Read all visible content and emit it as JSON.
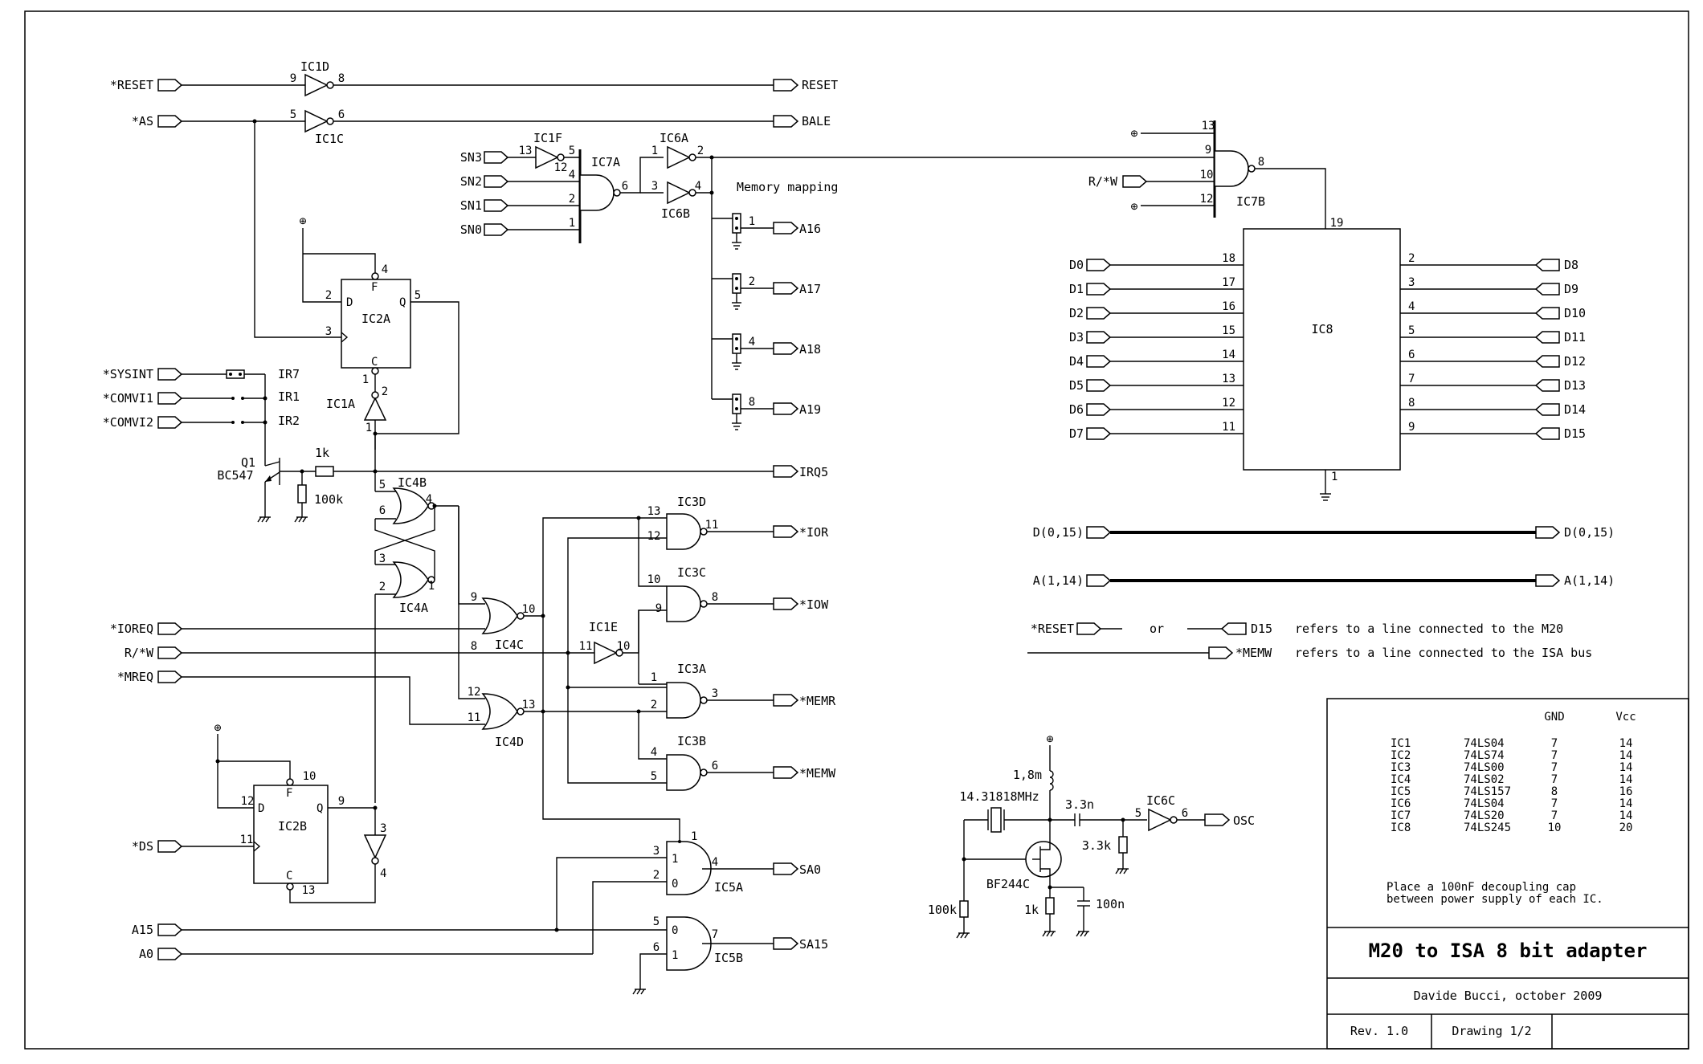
{
  "title_block": {
    "title": "M20 to ISA 8 bit adapter",
    "author": "Davide Bucci, october 2009",
    "revision": "Rev. 1.0",
    "drawing": "Drawing 1/2",
    "table_headers": [
      "GND",
      "Vcc"
    ],
    "ic_table": [
      {
        "ic": "IC1",
        "part": "74LS04",
        "gnd": "7",
        "vcc": "14"
      },
      {
        "ic": "IC2",
        "part": "74LS74",
        "gnd": "7",
        "vcc": "14"
      },
      {
        "ic": "IC3",
        "part": "74LS00",
        "gnd": "7",
        "vcc": "14"
      },
      {
        "ic": "IC4",
        "part": "74LS02",
        "gnd": "7",
        "vcc": "14"
      },
      {
        "ic": "IC5",
        "part": "74LS157",
        "gnd": "8",
        "vcc": "16"
      },
      {
        "ic": "IC6",
        "part": "74LS04",
        "gnd": "7",
        "vcc": "14"
      },
      {
        "ic": "IC7",
        "part": "74LS20",
        "gnd": "7",
        "vcc": "14"
      },
      {
        "ic": "IC8",
        "part": "74LS245",
        "gnd": "10",
        "vcc": "20"
      }
    ],
    "note_line1": "Place a 100nF decoupling cap",
    "note_line2": "between power supply of each IC."
  },
  "signals": {
    "inputs": [
      "*RESET",
      "*AS",
      "*SYSINT",
      "*COMVI1",
      "*COMVI2",
      "*IOREQ",
      "R/*W",
      "*MREQ",
      "*DS",
      "A15",
      "A0",
      "SN3",
      "SN2",
      "SN1",
      "SN0",
      "R/*W"
    ],
    "outputs": [
      "RESET",
      "BALE",
      "IRQ5",
      "*IOR",
      "*IOW",
      "*MEMR",
      "*MEMW",
      "SA0",
      "SA15",
      "OSC",
      "A16",
      "A17",
      "A18",
      "A19"
    ],
    "irq_labels": [
      "IR7",
      "IR1",
      "IR2"
    ],
    "data_left": [
      "D0",
      "D1",
      "D2",
      "D3",
      "D4",
      "D5",
      "D6",
      "D7"
    ],
    "data_right": [
      "D8",
      "D9",
      "D10",
      "D11",
      "D12",
      "D13",
      "D14",
      "D15"
    ],
    "ic8_left_pins": [
      "18",
      "17",
      "16",
      "15",
      "14",
      "13",
      "12",
      "11"
    ],
    "ic8_right_pins": [
      "2",
      "3",
      "4",
      "5",
      "6",
      "7",
      "8",
      "9"
    ],
    "bus_d_in": "D(0,15)",
    "bus_d_out": "D(0,15)",
    "bus_a_in": "A(1,14)",
    "bus_a_out": "A(1,14)"
  },
  "legend": {
    "m20_left": "*RESET",
    "or_word": "or",
    "m20_right": "D15",
    "m20_text": "refers to a line connected to the M20",
    "isa_label": "*MEMW",
    "isa_text": "refers to a line connected to the ISA bus"
  },
  "labels": {
    "memory_mapping": "Memory mapping",
    "ic1d": "IC1D",
    "ic1c": "IC1C",
    "ic1f": "IC1F",
    "ic1a": "IC1A",
    "ic1e": "IC1E",
    "ic6c": "IC6C",
    "ic7a": "IC7A",
    "ic7b": "IC7B",
    "ic6a": "IC6A",
    "ic6b": "IC6B",
    "ic2a": "IC2A",
    "ic2b": "IC2B",
    "ic8": "IC8",
    "ic4a": "IC4A",
    "ic4b": "IC4B",
    "ic4c": "IC4C",
    "ic4d": "IC4D",
    "ic3a": "IC3A",
    "ic3b": "IC3B",
    "ic3c": "IC3C",
    "ic3d": "IC3D",
    "ic5a": "IC5A",
    "ic5b": "IC5B",
    "q1": "Q1",
    "bc547": "BC547",
    "r1k": "1k",
    "r100k": "100k",
    "xtal": "14.31818MHz",
    "l18m": "1,8m",
    "c33n": "3.3n",
    "r33k": "3.3k",
    "bf244c": "BF244C",
    "r100k_osc": "100k",
    "r1k_osc": "1k",
    "c100n": "100n",
    "jumper_pins": [
      "1",
      "2",
      "4",
      "8"
    ]
  },
  "pins": {
    "p8a": "8",
    "p9a": "9",
    "p5a": "5",
    "p6a": "6",
    "p13": "13",
    "p12": "12",
    "p4": "4",
    "p2": "2",
    "p1": "1",
    "ic6a_in": "1",
    "ic6a_out": "2",
    "ic6b_in": "3",
    "ic6b_out": "4",
    "ic7a_out": "6",
    "ic1f_out": "5",
    "ic7b_13": "13",
    "ic7b_9": "9",
    "ic7b_10": "10",
    "ic7b_12": "12",
    "ic7b_out": "8",
    "ic8_19": "19",
    "ic8_1": "1",
    "ic2a_2": "2",
    "ic2a_3": "3",
    "ic2a_4": "4",
    "ic2a_5": "5",
    "ic2a_1": "1",
    "ic1a_2": "2",
    "ic1a_1": "1",
    "ic2a_d": "D",
    "ic2a_q": "Q",
    "ic2a_f": "F",
    "ic2a_c": "C",
    "ic2b_d": "D",
    "ic2b_q": "Q",
    "ic2b_f": "F",
    "ic2b_c": "C",
    "ic4b_5": "5",
    "ic4b_6": "6",
    "ic4b_4": "4",
    "ic4a_3": "3",
    "ic4a_2": "2",
    "ic4a_1": "1",
    "ic4c_9": "9",
    "ic4c_8": "8",
    "ic4c_10": "10",
    "ic4d_12": "12",
    "ic4d_11": "11",
    "ic4d_13": "13",
    "ic1e_11": "11",
    "ic1e_10": "10",
    "ic3d_13": "13",
    "ic3d_12": "12",
    "ic3d_11": "11",
    "ic3c_10": "10",
    "ic3c_9": "9",
    "ic3c_8": "8",
    "ic3a_1": "1",
    "ic3a_2": "2",
    "ic3a_3": "3",
    "ic3b_4": "4",
    "ic3b_5": "5",
    "ic3b_6": "6",
    "ic2b_12": "12",
    "ic2b_11": "11",
    "ic2b_10": "10",
    "ic2b_9": "9",
    "ic2b_13": "13",
    "ic1b_3": "3",
    "ic1b_4": "4",
    "ic5a_1": "1",
    "ic5a_3": "3",
    "ic5a_2": "2",
    "ic5a_4": "4",
    "ic5a_sel1": "1",
    "ic5a_sel0": "0",
    "ic5b_5": "5",
    "ic5b_6": "6",
    "ic5b_7": "7",
    "ic5b_sel0": "0",
    "ic5b_sel1": "1",
    "ic6c_5": "5",
    "ic6c_6": "6"
  }
}
